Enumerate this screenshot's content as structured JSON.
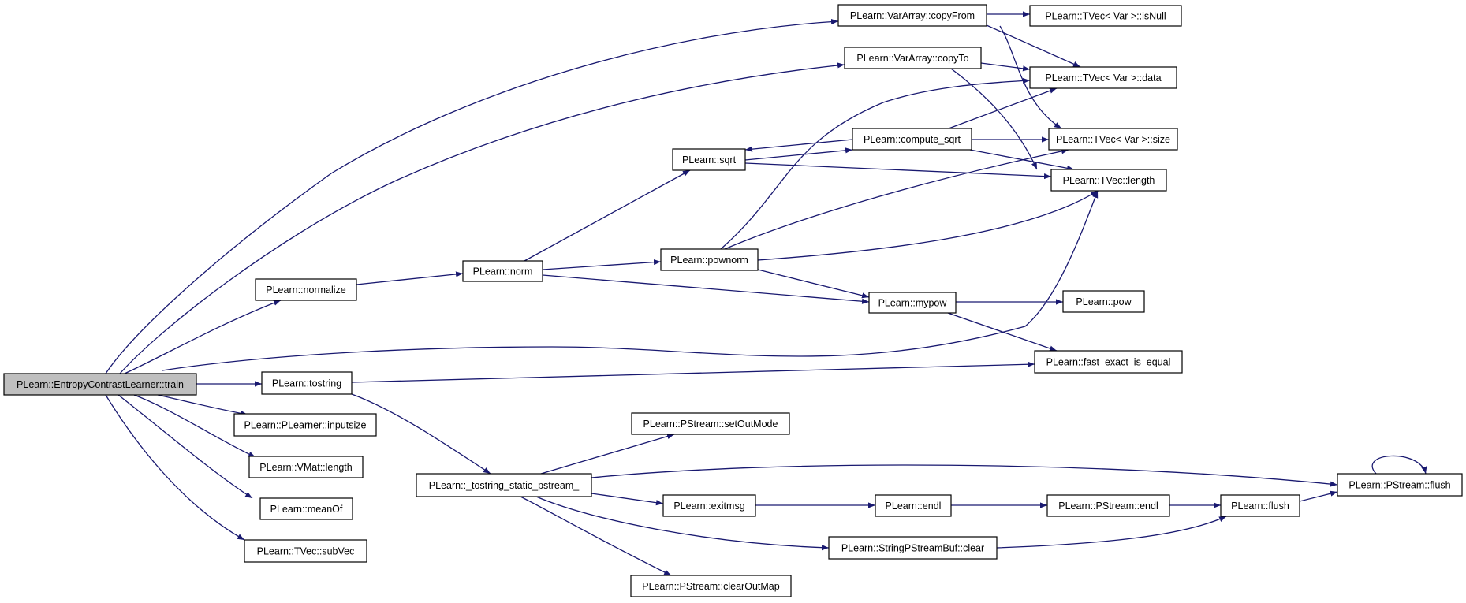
{
  "graph": {
    "nodes": [
      {
        "id": "train",
        "label": "PLearn::EntropyContrastLearner::train",
        "root": true
      },
      {
        "id": "copyFrom",
        "label": "PLearn::VarArray::copyFrom"
      },
      {
        "id": "isNull",
        "label": "PLearn::TVec< Var >::isNull"
      },
      {
        "id": "copyTo",
        "label": "PLearn::VarArray::copyTo"
      },
      {
        "id": "data",
        "label": "PLearn::TVec< Var >::data"
      },
      {
        "id": "compute_sqrt",
        "label": "PLearn::compute_sqrt"
      },
      {
        "id": "tsize",
        "label": "PLearn::TVec< Var >::size"
      },
      {
        "id": "sqrt",
        "label": "PLearn::sqrt"
      },
      {
        "id": "tlength",
        "label": "PLearn::TVec::length"
      },
      {
        "id": "pownorm",
        "label": "PLearn::pownorm"
      },
      {
        "id": "normalize",
        "label": "PLearn::normalize"
      },
      {
        "id": "norm",
        "label": "PLearn::norm"
      },
      {
        "id": "mypow",
        "label": "PLearn::mypow"
      },
      {
        "id": "pow",
        "label": "PLearn::pow"
      },
      {
        "id": "fast_eq",
        "label": "PLearn::fast_exact_is_equal"
      },
      {
        "id": "tostring",
        "label": "PLearn::tostring"
      },
      {
        "id": "inputsize",
        "label": "PLearn::PLearner::inputsize"
      },
      {
        "id": "setOutMode",
        "label": "PLearn::PStream::setOutMode"
      },
      {
        "id": "vmlength",
        "label": "PLearn::VMat::length"
      },
      {
        "id": "tostring_static",
        "label": "PLearn::_tostring_static_pstream_"
      },
      {
        "id": "pflush",
        "label": "PLearn::PStream::flush"
      },
      {
        "id": "exitmsg",
        "label": "PLearn::exitmsg"
      },
      {
        "id": "endl",
        "label": "PLearn::endl"
      },
      {
        "id": "pendl",
        "label": "PLearn::PStream::endl"
      },
      {
        "id": "flush",
        "label": "PLearn::flush"
      },
      {
        "id": "meanOf",
        "label": "PLearn::meanOf"
      },
      {
        "id": "subVec",
        "label": "PLearn::TVec::subVec"
      },
      {
        "id": "spclear",
        "label": "PLearn::StringPStreamBuf::clear"
      },
      {
        "id": "clearOutMap",
        "label": "PLearn::PStream::clearOutMap"
      }
    ],
    "colors": {
      "edge": "#191970",
      "root_fill": "#bfbfbf",
      "node_fill": "#ffffff",
      "border": "#000000"
    }
  }
}
